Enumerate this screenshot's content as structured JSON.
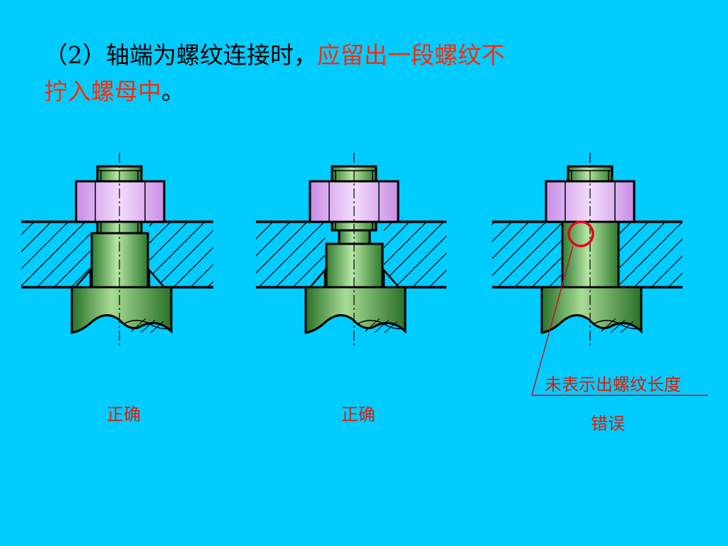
{
  "title": {
    "line_black": "（2）轴端为螺纹连接时，",
    "line_red_1": "应留出一段螺纹不",
    "line_red_2": "拧入螺母中",
    "line_end": "。"
  },
  "panels": [
    {
      "label": "正确"
    },
    {
      "label": "正确"
    },
    {
      "label": "错误",
      "annotation": "未表示出螺纹长度"
    }
  ],
  "colors": {
    "background": "#00ccff",
    "title_red": "#ff2a0a",
    "label_red": "#d81e0a",
    "nut": "#d9a0f0",
    "bolt": "#5cb85c",
    "outline": "#000000"
  }
}
